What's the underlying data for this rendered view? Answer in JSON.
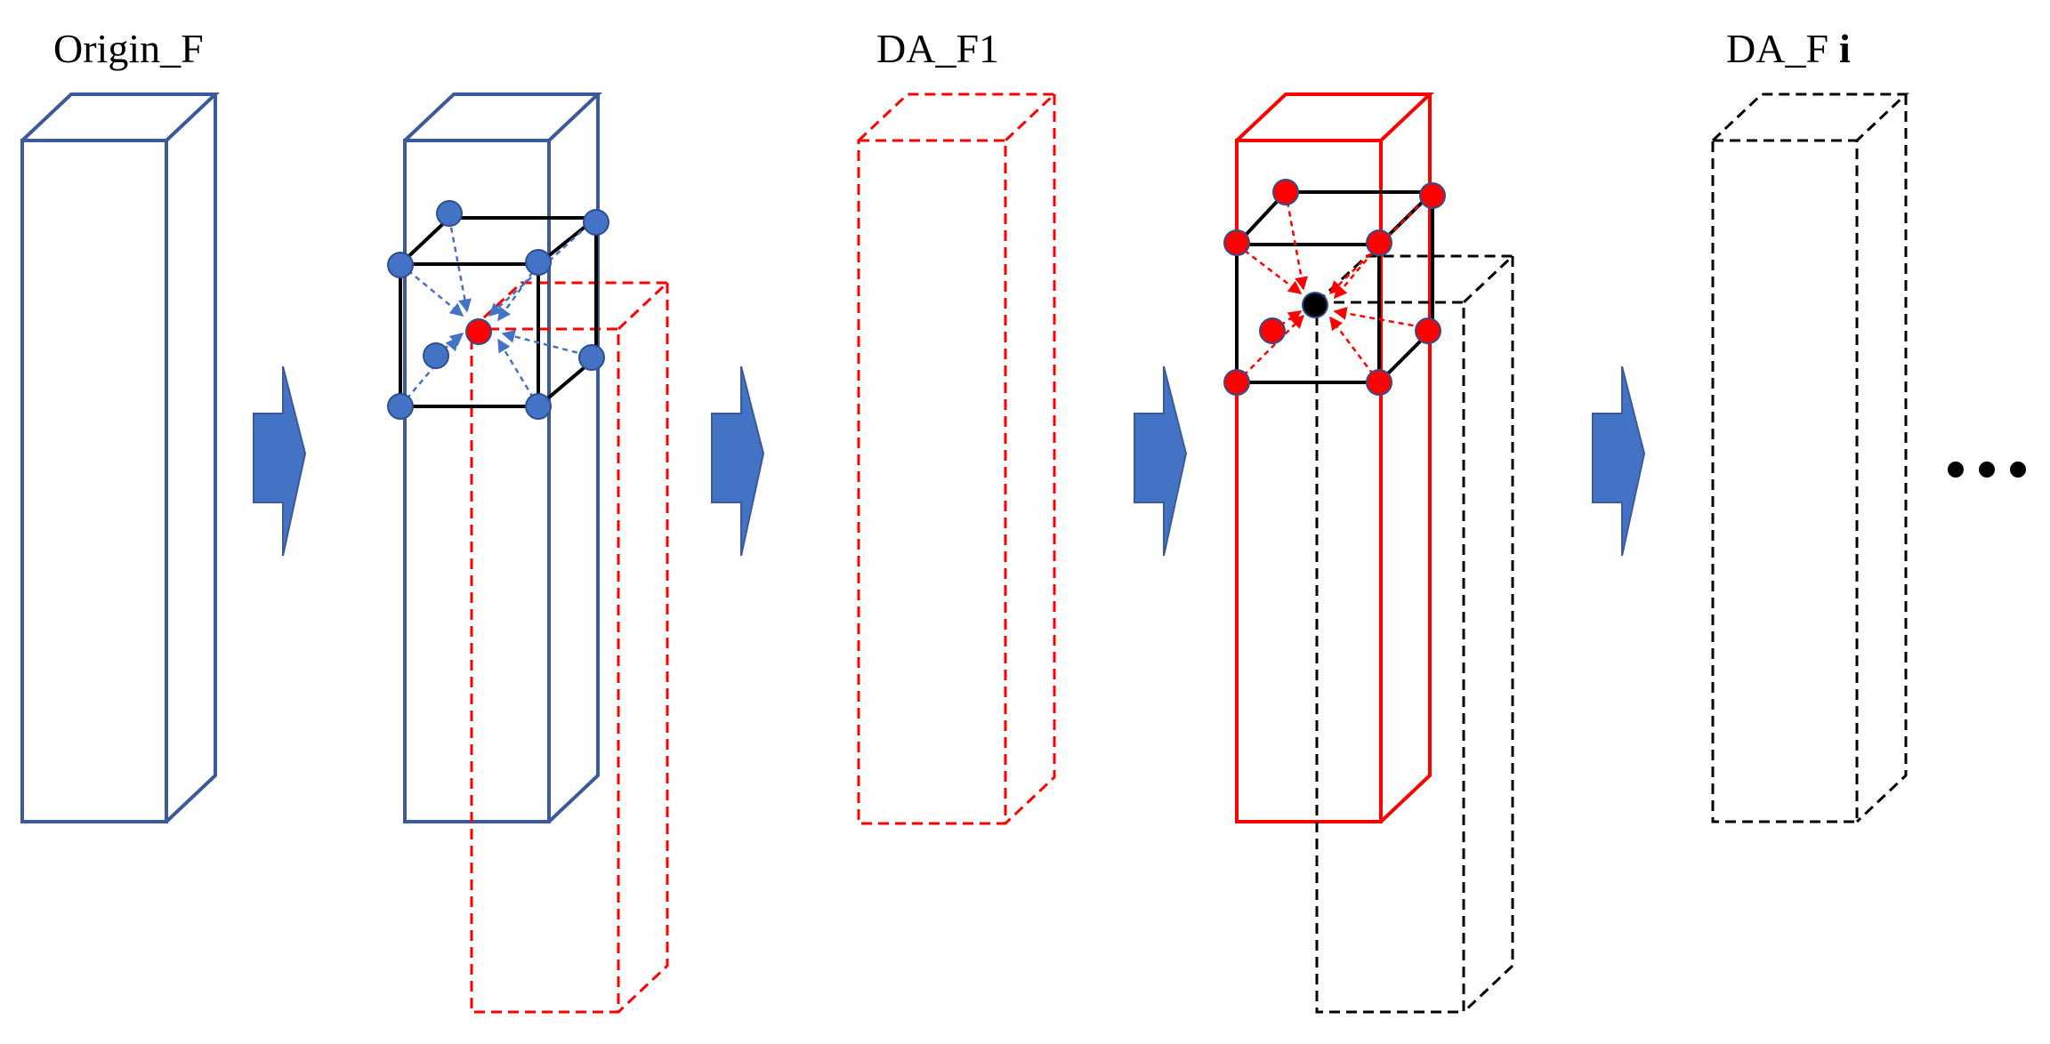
{
  "labels": {
    "origin": "Origin_F",
    "da_f1": "DA_F1",
    "da_fi_prefix": "DA_F",
    "da_fi_suffix": "i"
  },
  "continuation": "•••",
  "colors": {
    "blue": "#3a5a9a",
    "blue_fill": "#4472c4",
    "red": "#ff0000",
    "black": "#000000"
  }
}
